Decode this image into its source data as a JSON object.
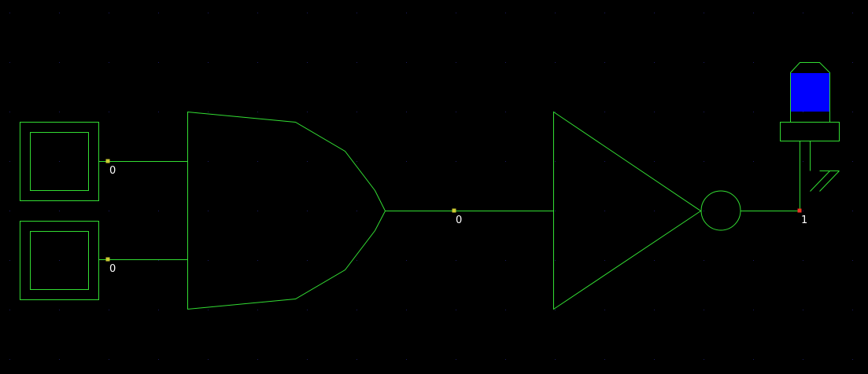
{
  "colors": {
    "background": "#000000",
    "wire": "#33dd33",
    "grid_dot": "#1c1c60",
    "node_low": "#cccc33",
    "node_high": "#ee3322",
    "label": "#ffffff",
    "led_fill": "#0000ff"
  },
  "components": {
    "input_switch_a": {
      "icon": "toggle-switch-icon"
    },
    "input_switch_b": {
      "icon": "toggle-switch-icon"
    },
    "or_gate": {
      "icon": "or-gate-icon"
    },
    "not_gate": {
      "icon": "inverter-gate-icon"
    },
    "output_led": {
      "icon": "led-lamp-icon",
      "lit": true
    },
    "ground": {
      "icon": "ground-icon"
    }
  },
  "nodes": {
    "input_a": {
      "value": "0"
    },
    "input_b": {
      "value": "0"
    },
    "or_output": {
      "value": "0"
    },
    "not_output": {
      "value": "1"
    }
  }
}
